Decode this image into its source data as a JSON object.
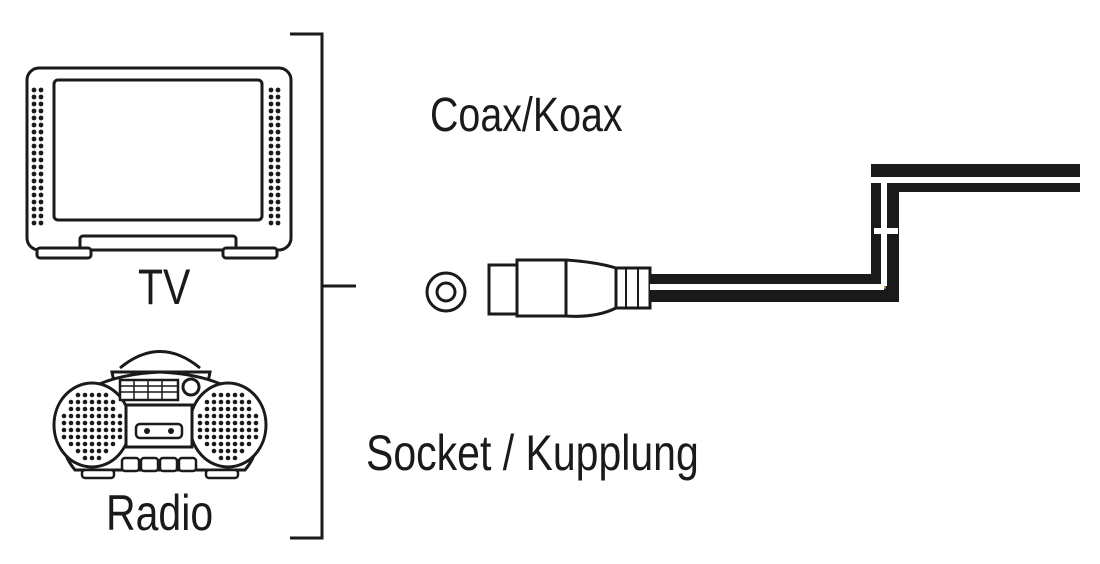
{
  "labels": {
    "tv": "TV",
    "radio": "Radio",
    "coax": "Coax/Koax",
    "socket": "Socket / Kupplung"
  },
  "devices": [
    {
      "id": "tv",
      "icon": "tv-icon"
    },
    {
      "id": "radio",
      "icon": "boombox-radio-icon"
    }
  ],
  "connection": {
    "socket_icon": "coax-socket-icon",
    "plug_icon": "coax-plug-icon",
    "cable_icon": "coax-cable-icon"
  },
  "colors": {
    "line": "#1a1a1a",
    "cable_core": "#d9a43a",
    "background": "#ffffff"
  }
}
